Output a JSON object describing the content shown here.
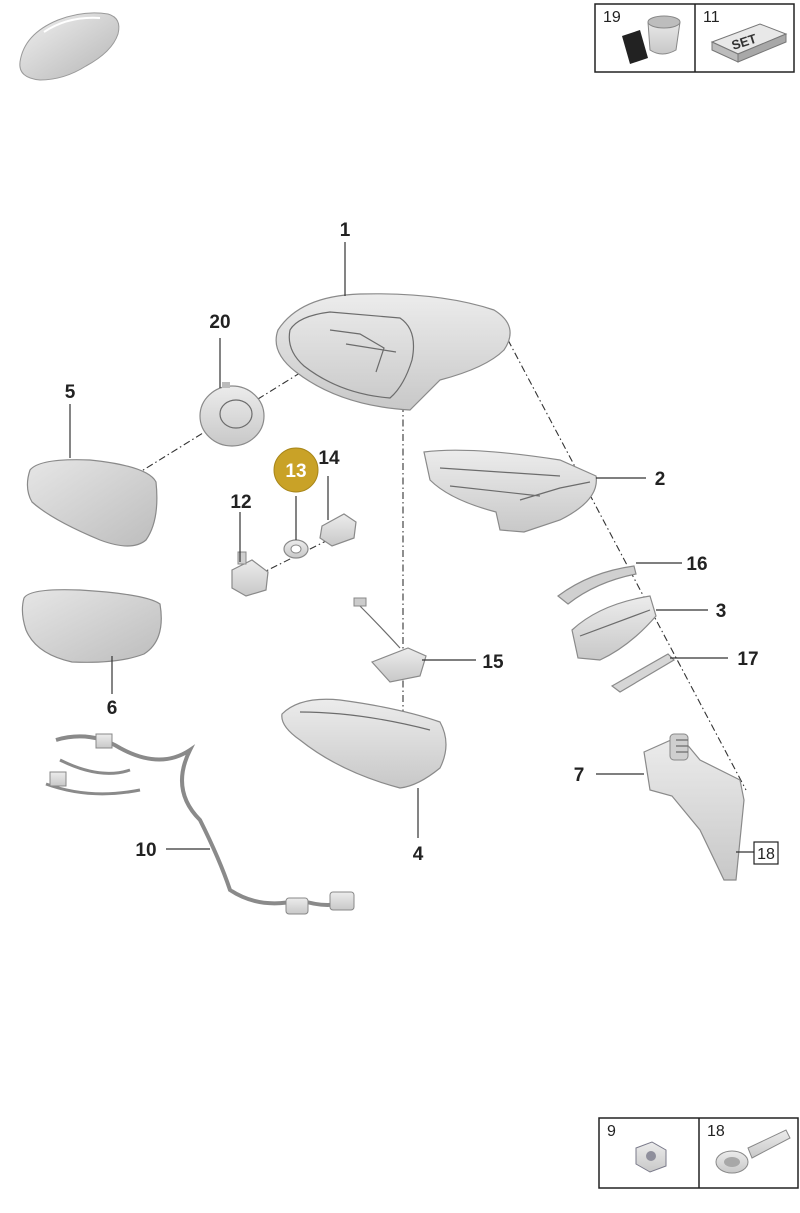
{
  "callouts": {
    "c1": "1",
    "c2": "2",
    "c3": "3",
    "c4": "4",
    "c5": "5",
    "c6": "6",
    "c7": "7",
    "c10": "10",
    "c12": "12",
    "c13": "13",
    "c14": "14",
    "c15": "15",
    "c16": "16",
    "c17": "17",
    "c18": "18",
    "c20": "20"
  },
  "top_box": {
    "left_num": "19",
    "right_num": "11",
    "set_label": "SET"
  },
  "bottom_box": {
    "left_num": "9",
    "right_num": "18"
  },
  "colors": {
    "highlight": "#c9a227",
    "part_fill": "#d9d9d9",
    "part_stroke": "#8a8a8a"
  },
  "icons": [
    "car-thumbnail-icon",
    "adhesive-tape-icon",
    "set-box-icon",
    "hex-nut-icon",
    "screw-icon"
  ]
}
